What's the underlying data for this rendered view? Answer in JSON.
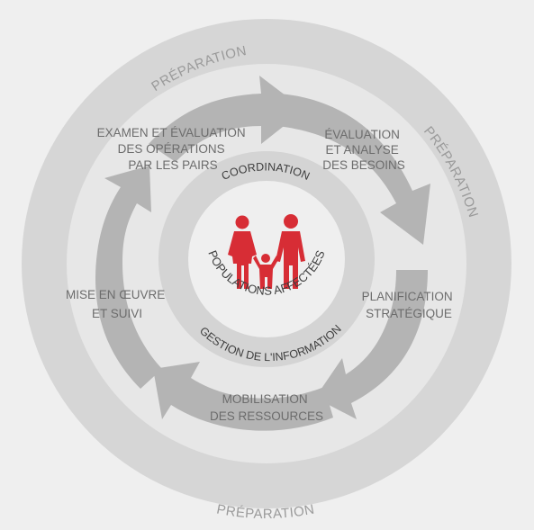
{
  "colors": {
    "background": "#efefef",
    "outer_ring": "#d6d6d6",
    "middle_disc": "#e7e7e7",
    "cycle_arrows": "#b4b4b4",
    "inner_band": "#d4d4d4",
    "center_disc": "#efefef",
    "figures": "#d72d35",
    "text": "#3d3d3d",
    "preparation_text": "#9a9a9a"
  },
  "preparation": [
    "PRÉPARATION",
    "PRÉPARATION",
    "PRÉPARATION"
  ],
  "stages": {
    "needs_assessment": [
      "ÉVALUATION",
      "ET ANALYSE",
      "DES BESOINS"
    ],
    "strategic_planning": [
      "PLANIFICATION",
      "STRATÉGIQUE"
    ],
    "resource_mobilization": [
      "MOBILISATION",
      "DES RESSOURCES"
    ],
    "implementation": [
      "MISE EN ŒUVRE",
      "ET SUIVI"
    ],
    "peer_review": [
      "EXAMEN ET ÉVALUATION",
      "DES OPÉRATIONS",
      "PAR LES PAIRS"
    ]
  },
  "inner_ring": {
    "coordination": "COORDINATION",
    "information_management": "GESTION DE L'INFORMATION"
  },
  "center": {
    "label": "POPULATIONS AFFECTÉES",
    "icon": "family-icon"
  }
}
